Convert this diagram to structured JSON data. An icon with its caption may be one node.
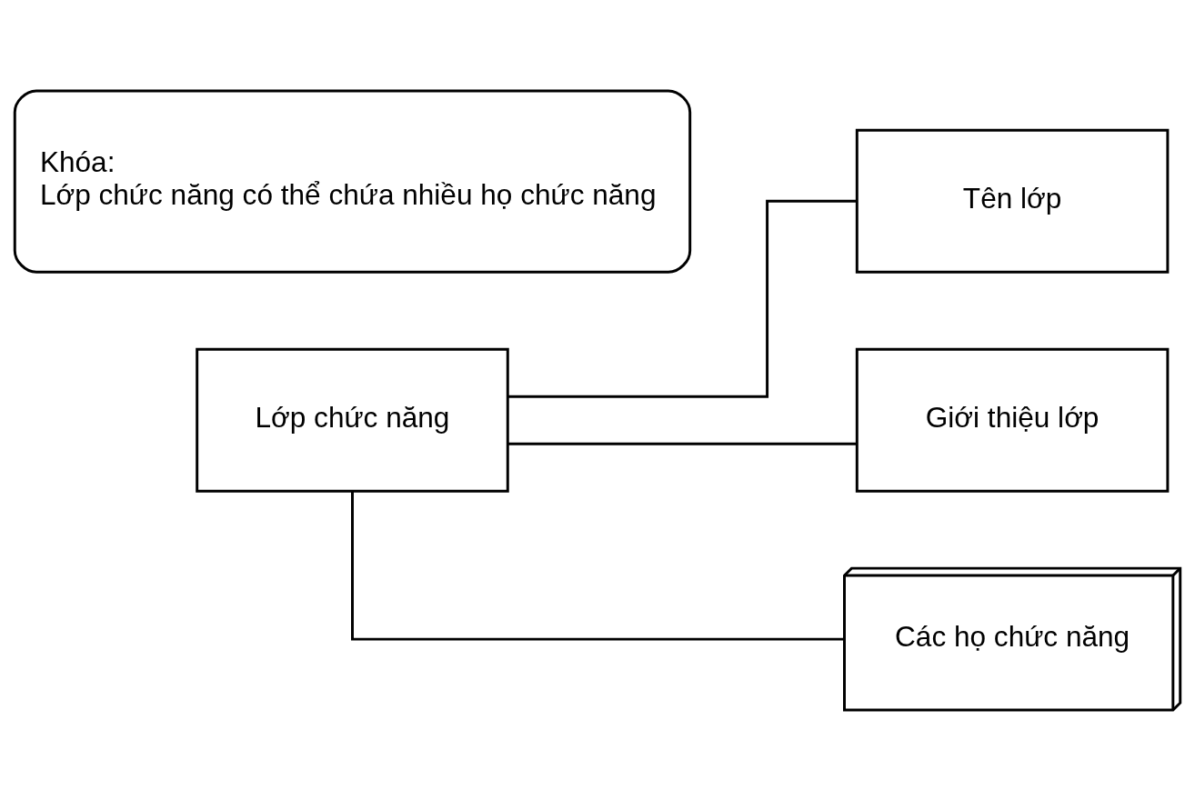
{
  "diagram": {
    "nodes": [
      {
        "text": [
          "Lớp chức năng"
        ]
      },
      {
        "text": [
          "Tên lớp"
        ]
      },
      {
        "text": [
          "Giới thiệu lớp"
        ]
      },
      {
        "text": [
          "Các họ chức năng"
        ]
      },
      {
        "text": [
          "Khóa:",
          "Lớp chức năng có thể chứa nhiều họ chức năng"
        ]
      }
    ],
    "edges": [
      {
        "from": 0,
        "to": 1,
        "arrow": "none"
      },
      {
        "from": 0,
        "to": 2,
        "arrow": "none"
      },
      {
        "from": 0,
        "to": 3,
        "arrow": "none"
      }
    ]
  }
}
